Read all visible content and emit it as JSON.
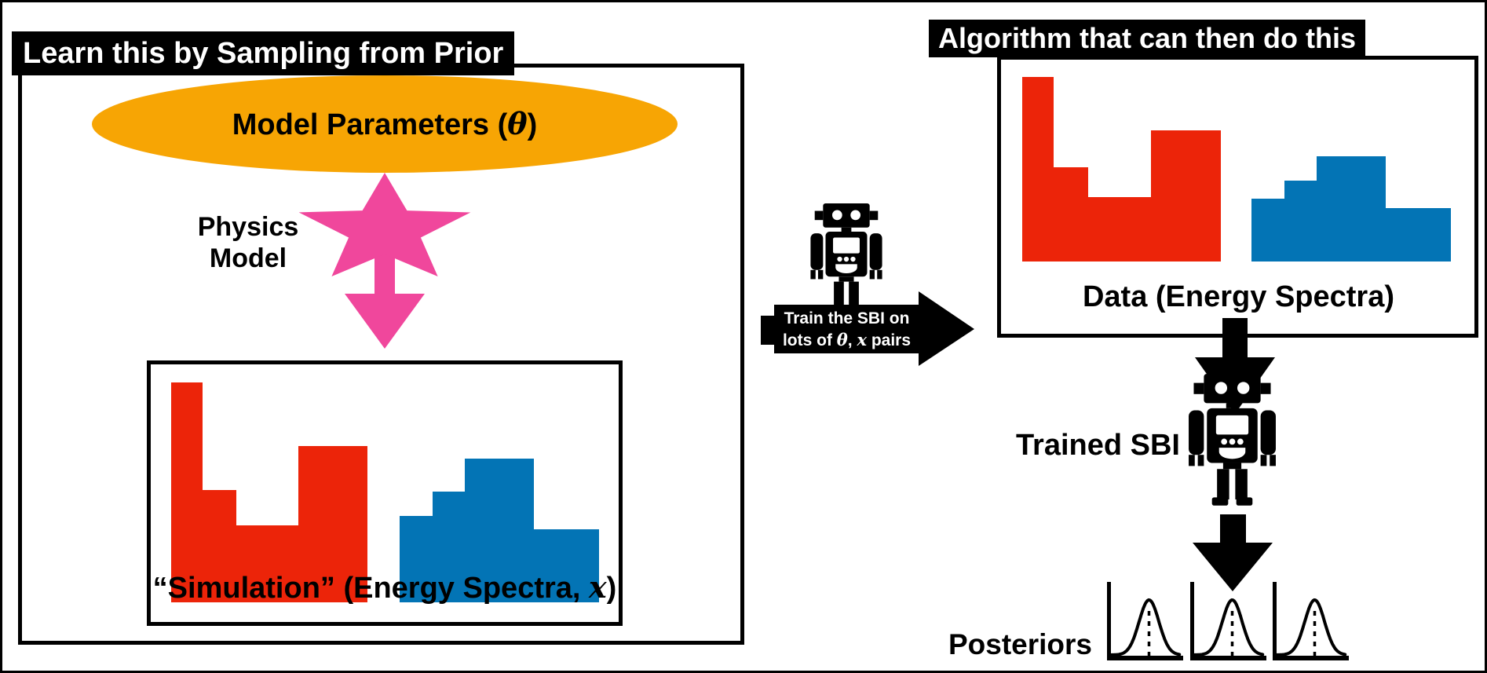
{
  "colors": {
    "orange": "#F7A504",
    "pink": "#F0479C",
    "red": "#EC2409",
    "blue": "#0374B5",
    "black": "#000000",
    "white": "#FFFFFF"
  },
  "left_panel": {
    "title": "Learn this by Sampling from Prior",
    "ellipse_label_segments": [
      {
        "t": "Model Parameters ("
      },
      {
        "t": "θ",
        "i": true
      },
      {
        "t": ")"
      }
    ],
    "physics_line1": "Physics",
    "physics_line2": "Model",
    "sim_caption_segments": [
      {
        "t": "“Simulation” (Energy Spectra, "
      },
      {
        "t": "x",
        "i": true
      },
      {
        "t": ")"
      }
    ]
  },
  "middle": {
    "train_label_line1_segments": [
      {
        "t": "Train the SBI on"
      }
    ],
    "train_label_line2_segments": [
      {
        "t": "lots of "
      },
      {
        "t": "θ",
        "i": true
      },
      {
        "t": ", "
      },
      {
        "t": "x",
        "i": true
      },
      {
        "t": " pairs"
      }
    ]
  },
  "right_panel": {
    "title": "Algorithm that can then do this",
    "data_caption": "Data (Energy Spectra)",
    "trained_sbi_label": "Trained SBI",
    "posteriors_label": "Posteriors"
  },
  "chart_data": [
    {
      "type": "bar",
      "name": "simulation-red-energy-spectrum",
      "title": "“Simulation” (Energy Spectra, x) — red histogram",
      "color_key": "red",
      "bar_widths": [
        0.16,
        0.172,
        0.316,
        0.352
      ],
      "values": [
        1.0,
        0.51,
        0.35,
        0.71
      ],
      "ylim": [
        0,
        1
      ],
      "grid": false,
      "axes_shown": false
    },
    {
      "type": "bar",
      "name": "simulation-blue-energy-spectrum",
      "title": "“Simulation” (Energy Spectra, x) — blue histogram",
      "color_key": "blue",
      "bar_widths": [
        0.165,
        0.161,
        0.347,
        0.327
      ],
      "values": [
        0.6,
        0.77,
        1.0,
        0.51
      ],
      "ylim": [
        0,
        1
      ],
      "grid": false,
      "axes_shown": false
    },
    {
      "type": "bar",
      "name": "data-red-energy-spectrum",
      "title": "Data (Energy Spectra) — red histogram",
      "color_key": "red",
      "bar_widths": [
        0.16,
        0.172,
        0.316,
        0.352
      ],
      "values": [
        1.0,
        0.51,
        0.35,
        0.71
      ],
      "ylim": [
        0,
        1
      ],
      "grid": false,
      "axes_shown": false
    },
    {
      "type": "bar",
      "name": "data-blue-energy-spectrum",
      "title": "Data (Energy Spectra) — blue histogram",
      "color_key": "blue",
      "bar_widths": [
        0.165,
        0.161,
        0.347,
        0.327
      ],
      "values": [
        0.6,
        0.77,
        1.0,
        0.51
      ],
      "ylim": [
        0,
        1
      ],
      "grid": false,
      "axes_shown": false
    },
    {
      "type": "line",
      "name": "posterior-distributions",
      "title": "Posteriors",
      "curves": [
        {
          "mu": 0.55,
          "sigma": 0.14,
          "peak": 1.0,
          "dashed_center": true
        },
        {
          "mu": 0.55,
          "sigma": 0.14,
          "peak": 1.0,
          "dashed_center": true
        },
        {
          "mu": 0.55,
          "sigma": 0.14,
          "peak": 1.0,
          "dashed_center": true
        }
      ],
      "grid": false,
      "legend": false
    }
  ]
}
